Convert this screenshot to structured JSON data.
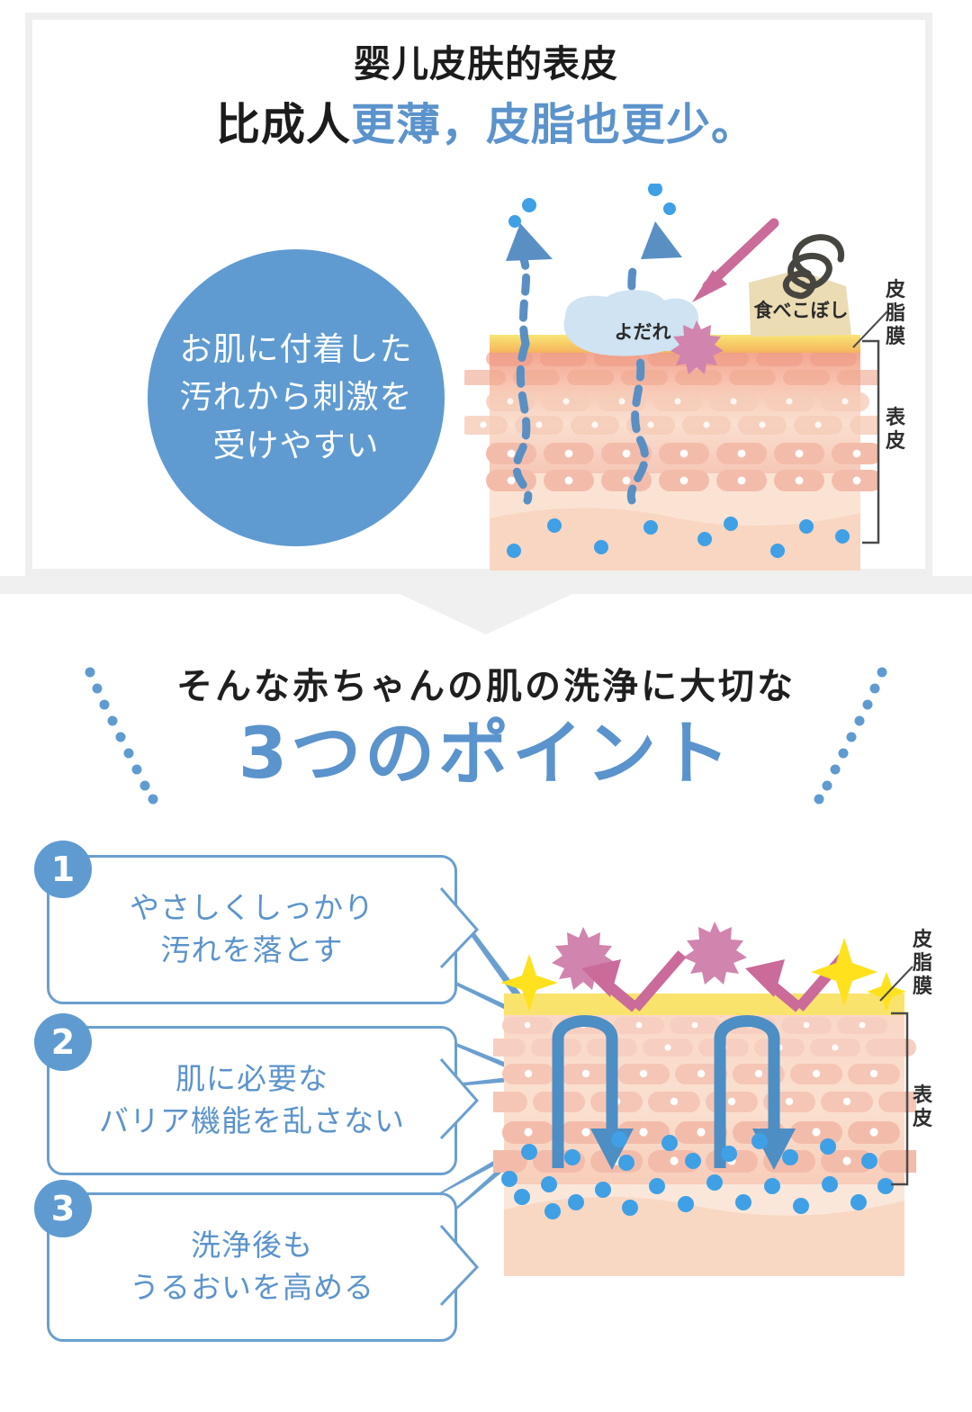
{
  "top_panel": {
    "headline_line1": "婴儿皮肤的表皮",
    "headline_line2_black": "比成人",
    "headline_line2_blue_a": "更薄，",
    "headline_line2_blue_b": "皮脂也更少。",
    "circle": {
      "line1": "お肌に付着した",
      "line2": "汚れから刺激を",
      "line3": "受けやすい"
    },
    "diagram": {
      "drool_label": "よだれ",
      "food_label": "食べこぼし",
      "sebum_label": "皮脂膜",
      "epidermis_label": "表皮"
    }
  },
  "middle": {
    "line1": "そんな赤ちゃんの肌の洗浄に大切な",
    "line2": "3つのポイント"
  },
  "points": [
    {
      "number": "1",
      "line1": "やさしくしっかり",
      "line2": "汚れを落とす"
    },
    {
      "number": "2",
      "line1": "肌に必要な",
      "line2": "バリア機能を乱さない"
    },
    {
      "number": "3",
      "line1": "洗浄後も",
      "line2": "うるおいを高める"
    }
  ],
  "bottom_diagram": {
    "sebum_label": "皮脂膜",
    "epidermis_label": "表皮"
  },
  "colors": {
    "accent_blue": "#5b93cc",
    "circle_blue": "#5f9bd1",
    "sebum_yellow": "#f7e06a",
    "dirt_pink": "#cf7ba6",
    "dot_blue": "#3fa0e5",
    "frame_gray": "#efefef",
    "skin_pink": "#f4bfae",
    "dermis": "#fbe2d2"
  }
}
